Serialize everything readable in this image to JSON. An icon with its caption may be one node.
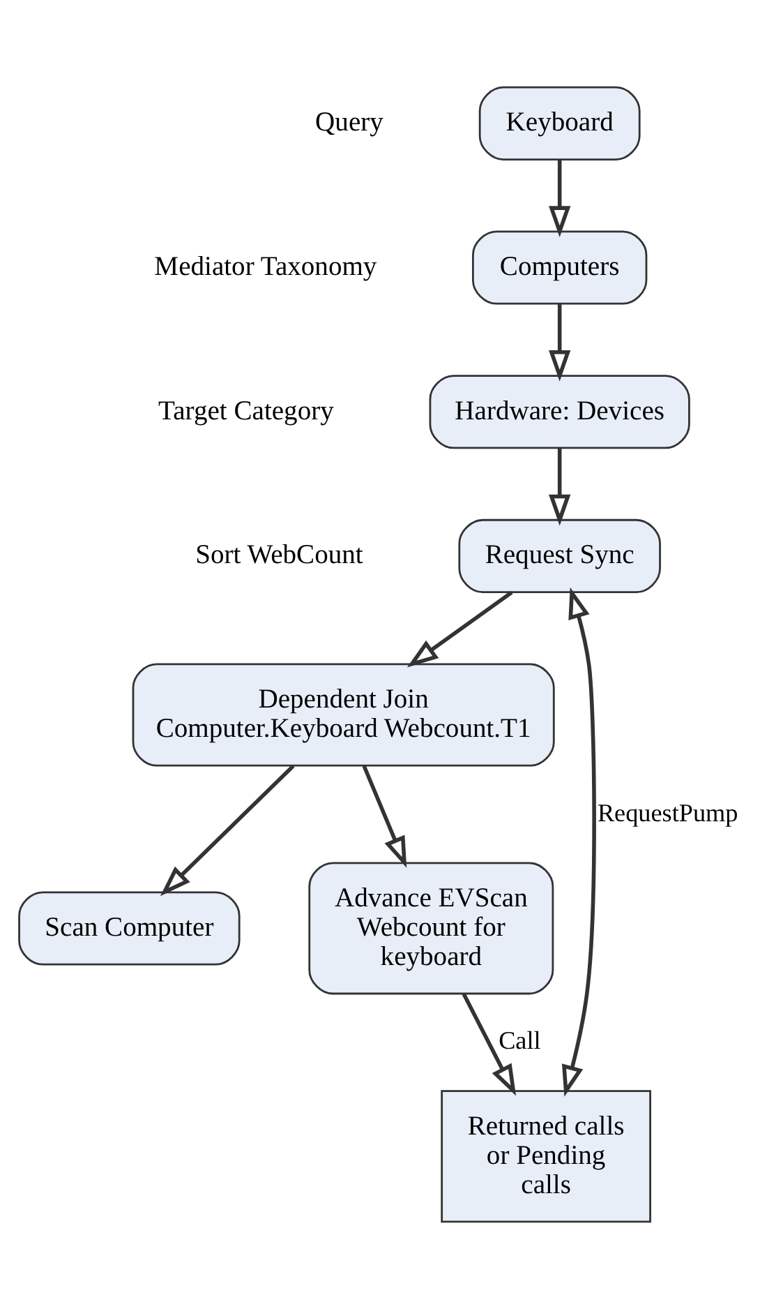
{
  "diagram": {
    "nodes": [
      {
        "text": [
          "Keyboard"
        ],
        "beside": [
          "Query"
        ]
      },
      {
        "text": [
          "Computers"
        ],
        "beside": [
          "Mediator Taxonomy"
        ]
      },
      {
        "text": [
          "Hardware: Devices"
        ],
        "beside": [
          "Target Category"
        ]
      },
      {
        "text": [
          "Request Sync"
        ],
        "beside": [
          "Sort WebCount"
        ]
      },
      {
        "text": [
          "Dependent Join Computer.Keyboard Webcount.T1"
        ]
      },
      {
        "text": [
          "Returned calls or Pending calls"
        ]
      },
      {
        "text": [
          "Scan Computer"
        ]
      },
      {
        "text": [
          "Advance EVScan Webcount for keyboard"
        ]
      }
    ],
    "edges": [
      {
        "from": 0,
        "to": 1,
        "arrow": "to"
      },
      {
        "from": 1,
        "to": 2,
        "arrow": "to"
      },
      {
        "from": 2,
        "to": 3,
        "arrow": "to"
      },
      {
        "from": 3,
        "to": 4,
        "arrow": "to"
      },
      {
        "from": 4,
        "to": 6,
        "arrow": "to"
      },
      {
        "from": 4,
        "to": 7,
        "arrow": "to"
      },
      {
        "from": 7,
        "to": 5,
        "arrow": "to",
        "label": "Call"
      },
      {
        "from": 3,
        "to": 5,
        "arrow": "both",
        "label": "RequestPump"
      }
    ]
  }
}
